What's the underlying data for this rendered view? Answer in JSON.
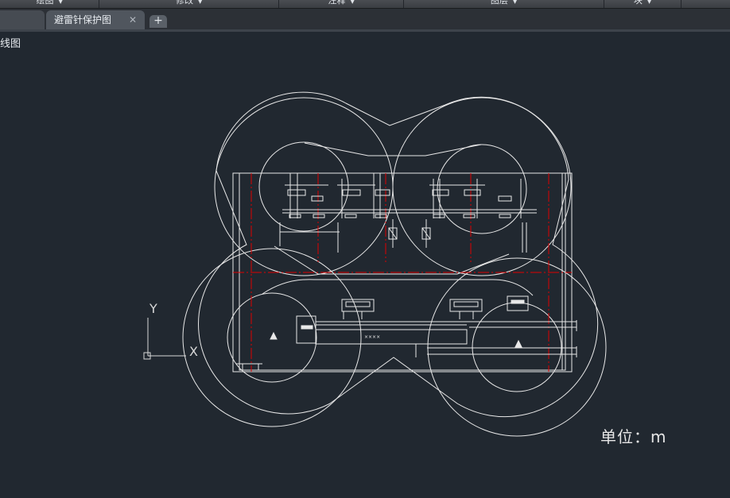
{
  "ribbon": {
    "panels": [
      {
        "label": "绘图",
        "width": 125
      },
      {
        "label": "修改",
        "width": 226
      },
      {
        "label": "注释",
        "width": 157
      },
      {
        "label": "图层",
        "width": 252
      },
      {
        "label": "块",
        "width": 97
      },
      {
        "label": "",
        "width": 61
      }
    ]
  },
  "tabs": {
    "start_label": "",
    "active_label": "避雷针保护图",
    "close_glyph": "✕",
    "add_glyph": "+"
  },
  "viewport": {
    "view_label": "线图"
  },
  "drawing": {
    "ucs_x_label": "X",
    "ucs_y_label": "Y",
    "equipment_label": "××××",
    "unit_label": "单位：m",
    "colors": {
      "line": "#e8e8e8",
      "axis": "#d8d8d8",
      "red_dash": "#e00000",
      "background": "#212830"
    }
  }
}
